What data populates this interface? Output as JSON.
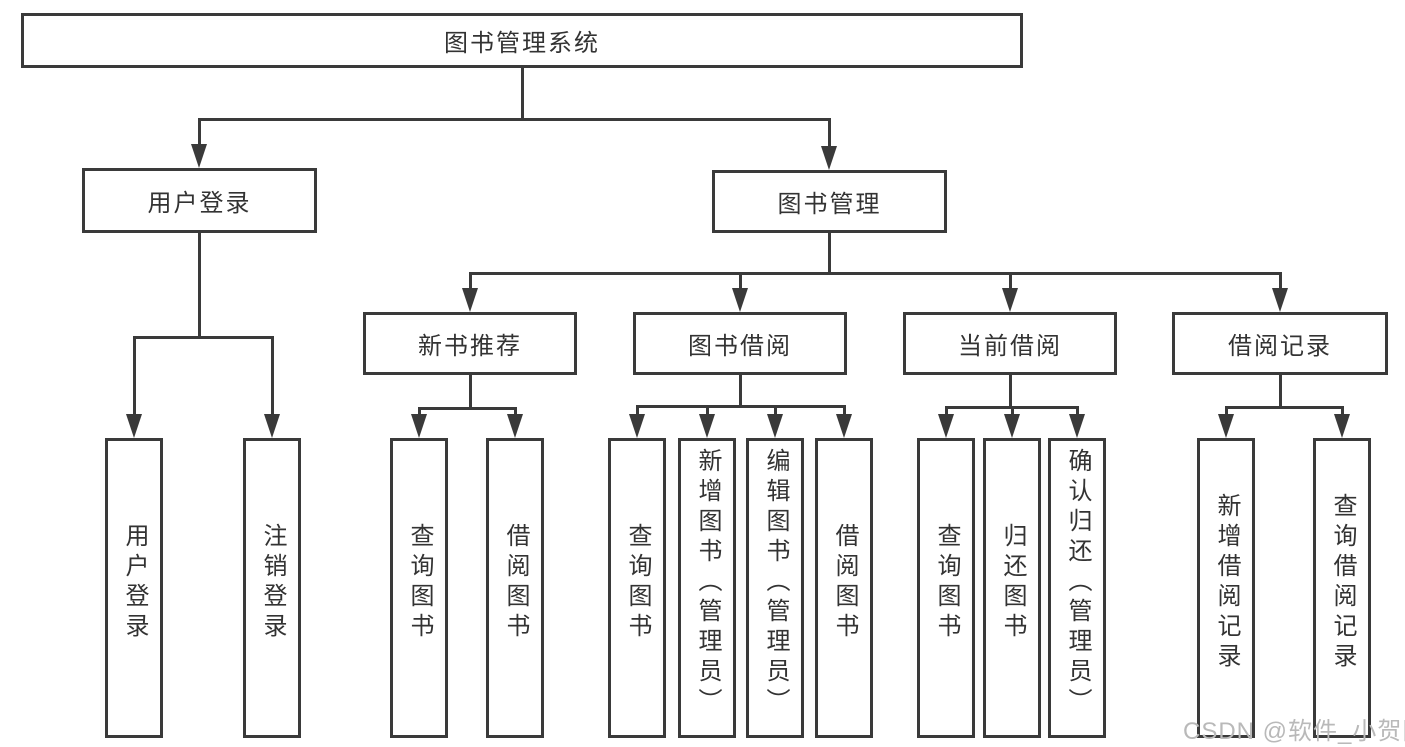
{
  "tree": {
    "root": {
      "label": "图书管理系统"
    },
    "level2": [
      {
        "label": "用户登录"
      },
      {
        "label": "图书管理"
      }
    ],
    "level3": [
      {
        "label": "新书推荐"
      },
      {
        "label": "图书借阅"
      },
      {
        "label": "当前借阅"
      },
      {
        "label": "借阅记录"
      }
    ],
    "leaves": {
      "user_login": [
        {
          "label": "用户登录"
        },
        {
          "label": "注销登录"
        }
      ],
      "new_book_recommend": [
        {
          "label": "查询图书"
        },
        {
          "label": "借阅图书"
        }
      ],
      "book_borrow": [
        {
          "label": "查询图书"
        },
        {
          "label": "新增图书（管理员）"
        },
        {
          "label": "编辑图书（管理员）"
        },
        {
          "label": "借阅图书"
        }
      ],
      "current_borrow": [
        {
          "label": "查询图书"
        },
        {
          "label": "归还图书"
        },
        {
          "label": "确认归还（管理员）"
        }
      ],
      "borrow_record": [
        {
          "label": "新增借阅记录"
        },
        {
          "label": "查询借阅记录"
        }
      ]
    }
  },
  "watermark": {
    "text": "CSDN @软件_小贺同学"
  },
  "colors": {
    "line": "#3a3a3a",
    "text": "#333333",
    "watermark": "#b9b9b9",
    "background": "#ffffff"
  }
}
